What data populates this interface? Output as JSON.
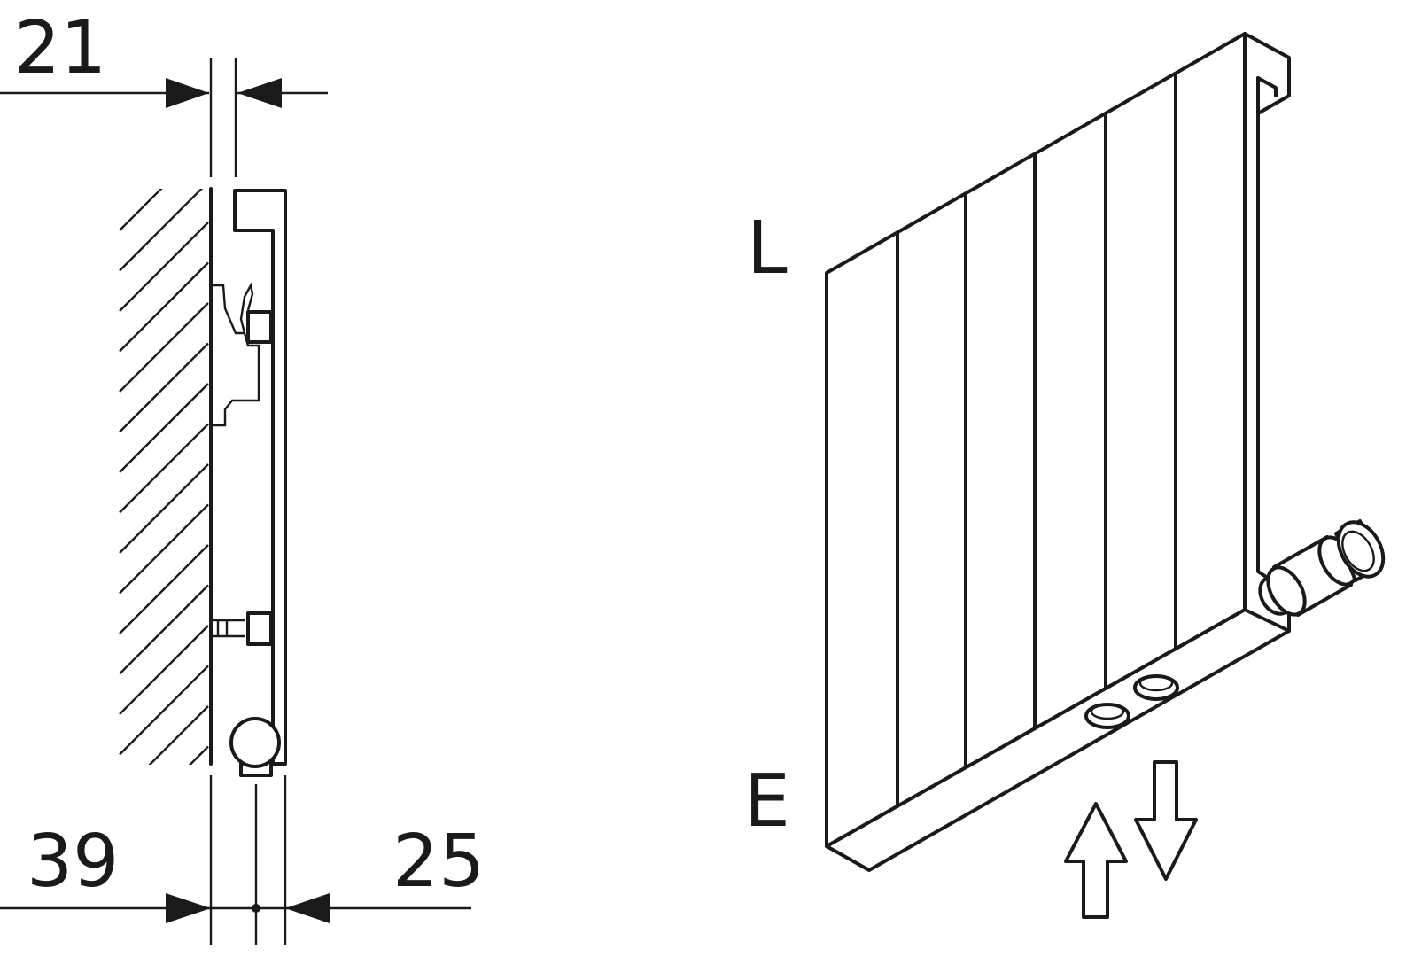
{
  "side_view": {
    "dimensions": {
      "top_offset": "21",
      "bottom_left": "39",
      "bottom_right": "25"
    }
  },
  "iso_view": {
    "labels": {
      "top": "L",
      "bottom": "E"
    },
    "flow_arrows": [
      "up",
      "down"
    ]
  },
  "colors": {
    "stroke": "#1a1a1a",
    "background": "#ffffff"
  }
}
